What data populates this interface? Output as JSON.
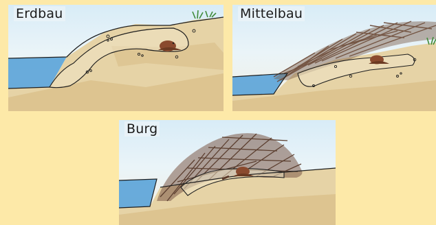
{
  "panels": [
    {
      "label": "Erdbau"
    },
    {
      "label": "Mittelbau"
    },
    {
      "label": "Burg"
    }
  ],
  "colors": {
    "background": "#fde9a8",
    "sky": "#d8ecf7",
    "water": "#5aa3d8",
    "sand": "#e6d3a6",
    "sand_dark": "#c9a871",
    "sticks": "#6b4a3a",
    "beaver": "#8a4a2e",
    "outline": "#1e1e1e",
    "grass": "#3f8b3a"
  }
}
